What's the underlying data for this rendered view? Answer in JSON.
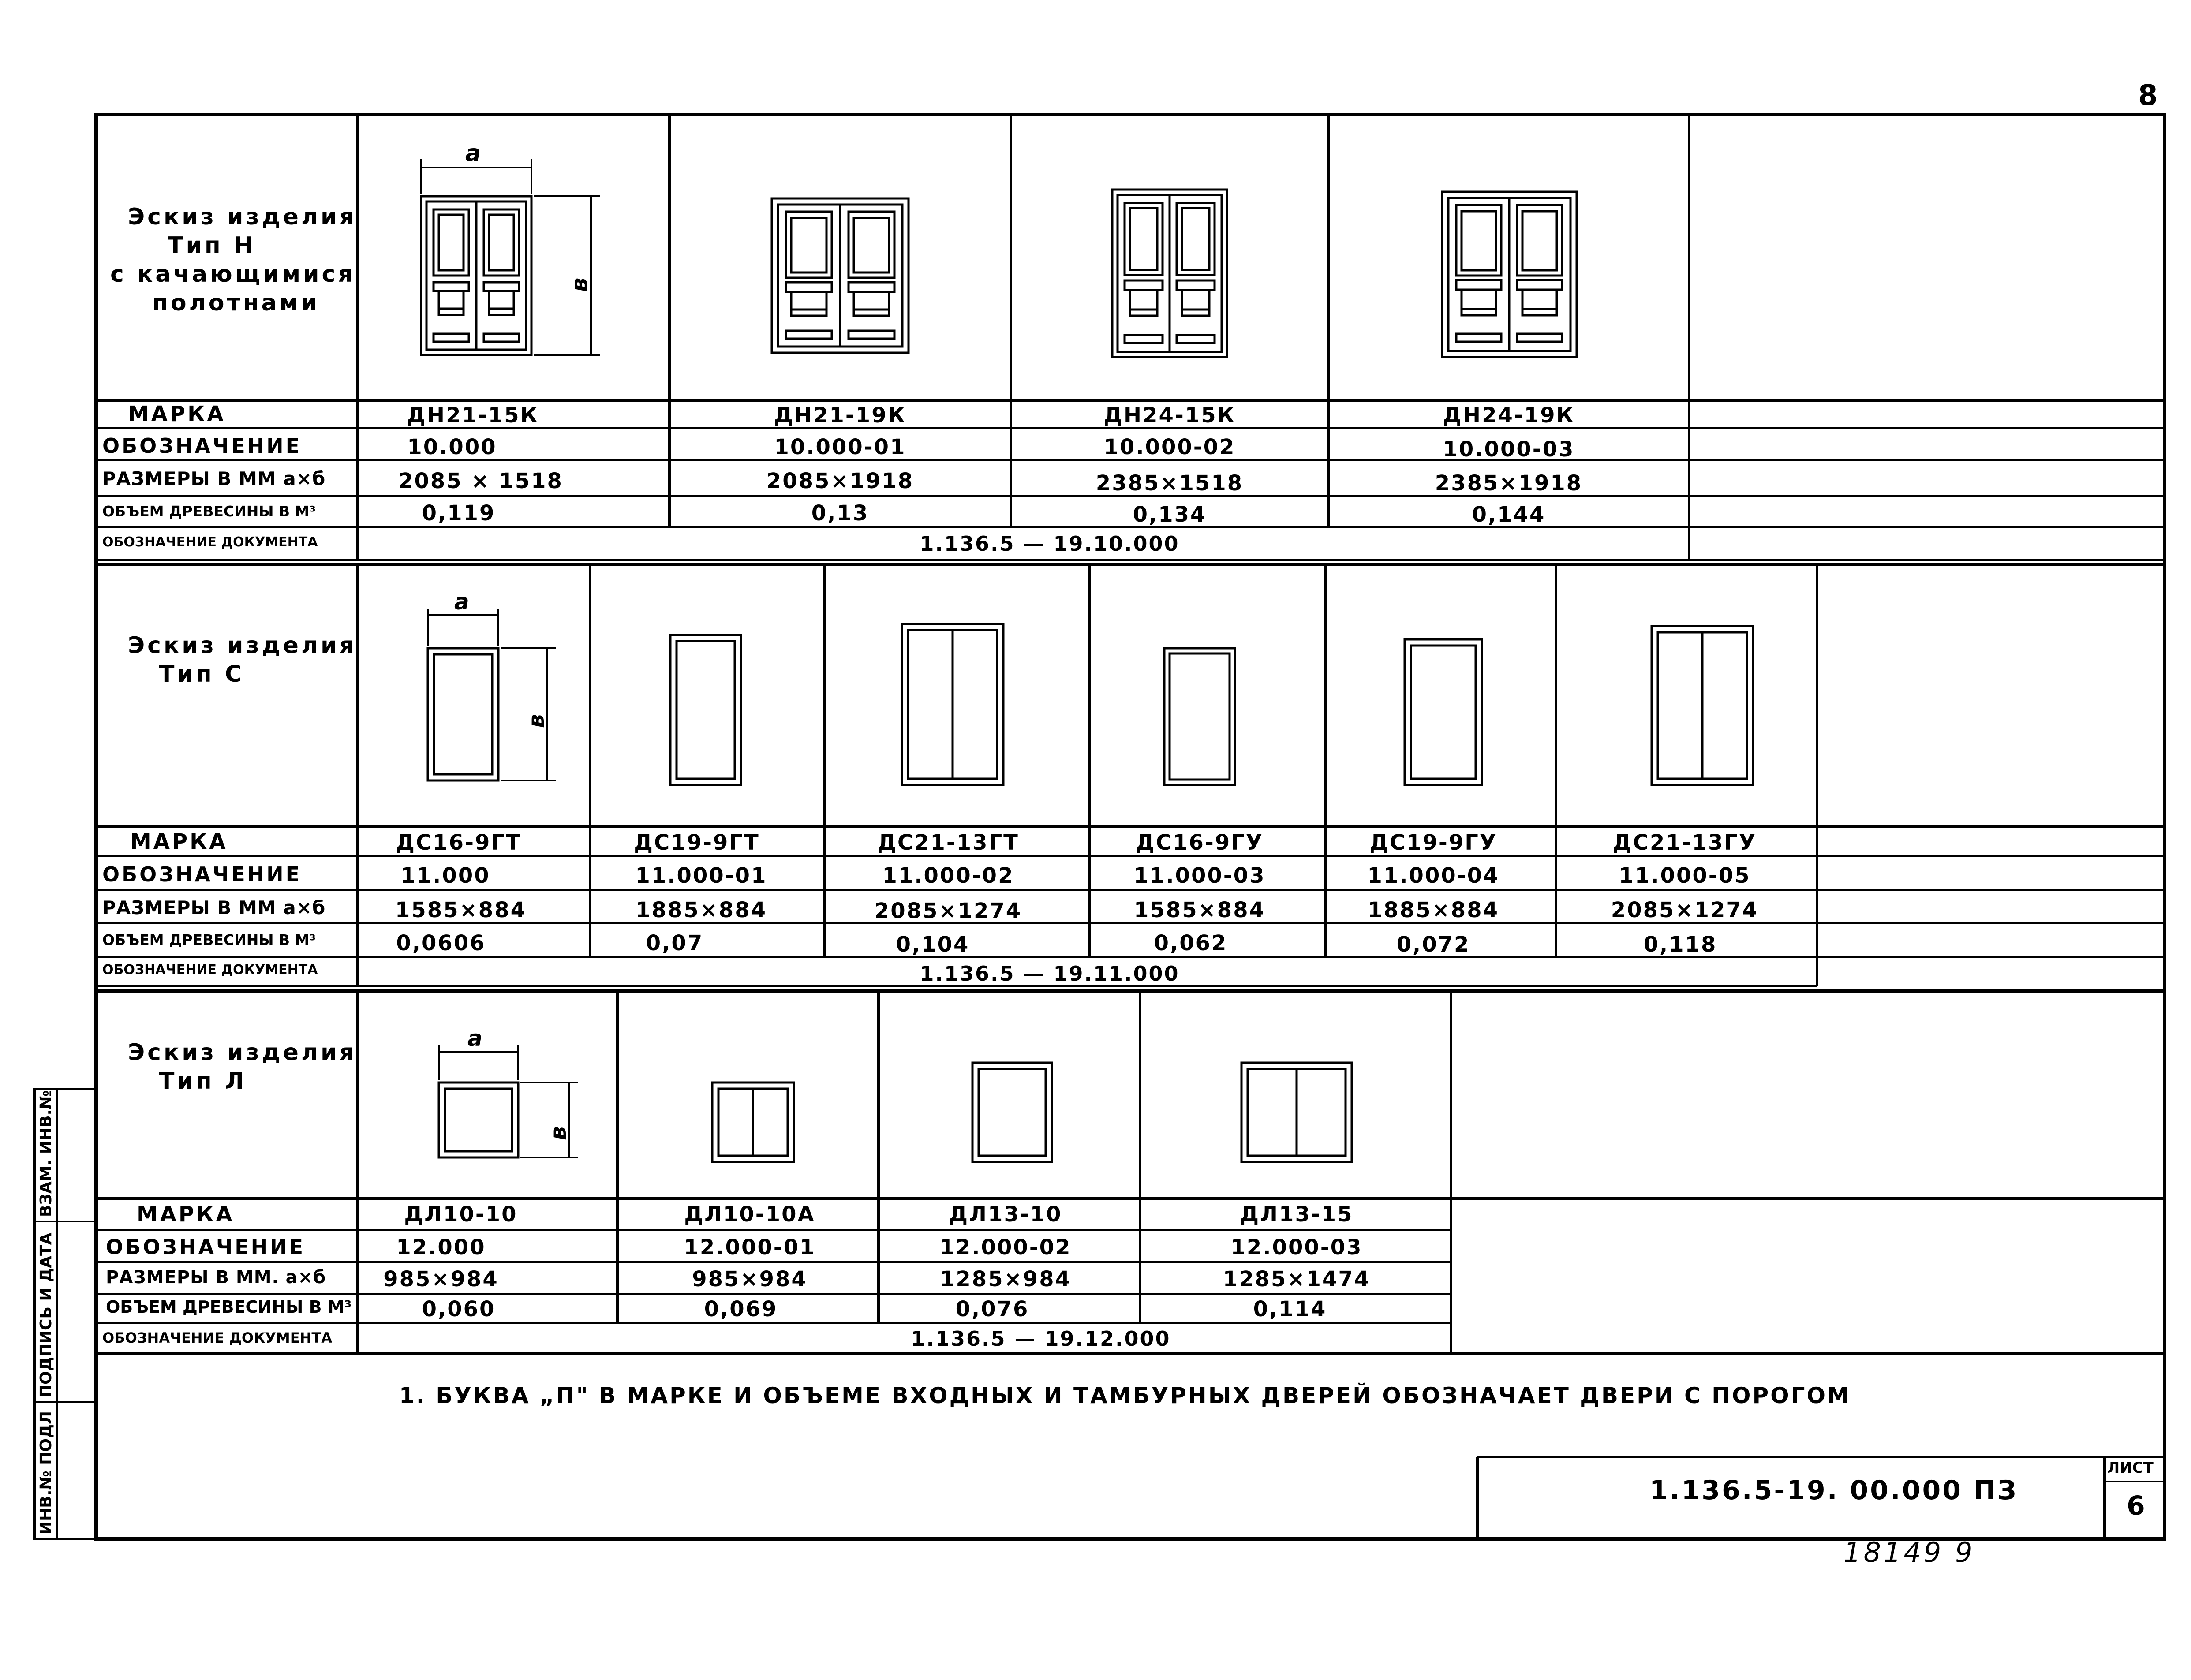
{
  "page_number": "8",
  "section_n": {
    "sketch_title": [
      "Эскиз изделия",
      "Тип Н",
      "с качающимися",
      "полотнами"
    ],
    "dim_a": "a",
    "dim_b": "в",
    "row_labels": {
      "mark": "МАРКА",
      "designation": "ОБОЗНАЧЕНИЕ",
      "sizes": "РАЗМЕРЫ В ММ а×б",
      "volume": "ОБЪЕМ ДРЕВЕСИНЫ В М³",
      "document": "ОБОЗНАЧЕНИЕ ДОКУМЕНТА"
    },
    "items": [
      {
        "mark": "ДН21-15К",
        "designation": "10.000",
        "sizes": "2085 × 1518",
        "volume": "0,119"
      },
      {
        "mark": "ДН21-19К",
        "designation": "10.000-01",
        "sizes": "2085×1918",
        "volume": "0,13"
      },
      {
        "mark": "ДН24-15К",
        "designation": "10.000-02",
        "sizes": "2385×1518",
        "volume": "0,134"
      },
      {
        "mark": "ДН24-19К",
        "designation": "10.000-03",
        "sizes": "2385×1918",
        "volume": "0,144"
      }
    ],
    "document": "1.136.5 — 19.10.000"
  },
  "section_s": {
    "sketch_title": [
      "Эскиз изделия",
      "Тип С"
    ],
    "dim_a": "a",
    "dim_b": "в",
    "row_labels": {
      "mark": "МАРКА",
      "designation": "ОБОЗНАЧЕНИЕ",
      "sizes": "РАЗМЕРЫ В ММ а×б",
      "volume": "ОБЪЕМ ДРЕВЕСИНЫ В М³",
      "document": "ОБОЗНАЧЕНИЕ ДОКУМЕНТА"
    },
    "items": [
      {
        "mark": "ДС16-9ГТ",
        "designation": "11.000",
        "sizes": "1585×884",
        "volume": "0,0606"
      },
      {
        "mark": "ДС19-9ГТ",
        "designation": "11.000-01",
        "sizes": "1885×884",
        "volume": "0,07"
      },
      {
        "mark": "ДС21-13ГТ",
        "designation": "11.000-02",
        "sizes": "2085×1274",
        "volume": "0,104"
      },
      {
        "mark": "ДС16-9ГУ",
        "designation": "11.000-03",
        "sizes": "1585×884",
        "volume": "0,062"
      },
      {
        "mark": "ДС19-9ГУ",
        "designation": "11.000-04",
        "sizes": "1885×884",
        "volume": "0,072"
      },
      {
        "mark": "ДС21-13ГУ",
        "designation": "11.000-05",
        "sizes": "2085×1274",
        "volume": "0,118"
      }
    ],
    "document": "1.136.5 — 19.11.000"
  },
  "section_l": {
    "sketch_title": [
      "Эскиз изделия",
      "Тип Л"
    ],
    "dim_a": "a",
    "dim_b": "в",
    "row_labels": {
      "mark": "МАРКА",
      "designation": "ОБОЗНАЧЕНИЕ",
      "sizes": "РАЗМЕРЫ В ММ. а×б",
      "volume": "ОБЪЕМ ДРЕВЕСИНЫ В М³",
      "document": "ОБОЗНАЧЕНИЕ ДОКУМЕНТА"
    },
    "items": [
      {
        "mark": "ДЛ10-10",
        "designation": "12.000",
        "sizes": "985×984",
        "volume": "0,060"
      },
      {
        "mark": "ДЛ10-10А",
        "designation": "12.000-01",
        "sizes": "985×984",
        "volume": "0,069"
      },
      {
        "mark": "ДЛ13-10",
        "designation": "12.000-02",
        "sizes": "1285×984",
        "volume": "0,076"
      },
      {
        "mark": "ДЛ13-15",
        "designation": "12.000-03",
        "sizes": "1285×1474",
        "volume": "0,114"
      }
    ],
    "document": "1.136.5 — 19.12.000"
  },
  "note": "1. БУКВА „П\" В МАРКЕ И ОБЪЕМЕ ВХОДНЫХ И ТАМБУРНЫХ ДВЕРЕЙ ОБОЗНАЧАЕТ ДВЕРИ С ПОРОГОМ",
  "title_block": {
    "code": "1.136.5-19. 00.000 ПЗ",
    "sheet_label": "ЛИСТ",
    "sheet_number": "6"
  },
  "margin_labels": [
    "ИНВ.№ ПОДЛ",
    "ПОДПИСЬ И ДАТА",
    "ВЗАМ. ИНВ.№"
  ],
  "handwritten": "18149  9"
}
